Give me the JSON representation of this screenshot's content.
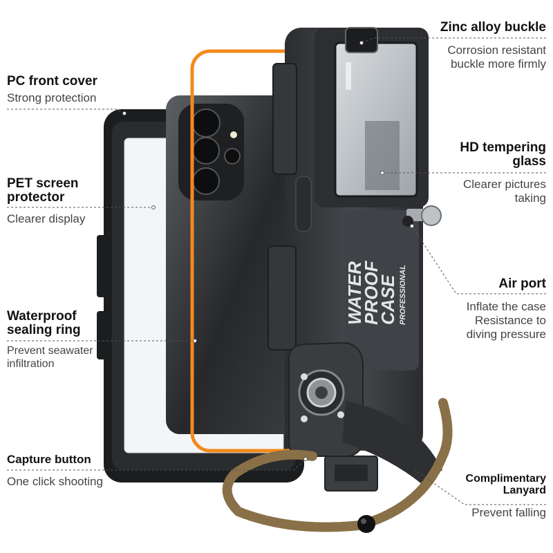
{
  "labels": {
    "pc_cover": {
      "title": "PC front cover",
      "sub": "Strong protection"
    },
    "pet": {
      "title1": "PET screen",
      "title2": "protector",
      "sub": "Clearer display"
    },
    "ring": {
      "title1": "Waterproof",
      "title2": "sealing ring",
      "sub1": "Prevent seawater",
      "sub2": "infiltration"
    },
    "capture": {
      "title": "Capture button",
      "sub": "One click shooting"
    },
    "zinc": {
      "title": "Zinc alloy buckle",
      "sub1": "Corrosion resistant",
      "sub2": "buckle more firmly"
    },
    "glass": {
      "title1": "HD tempering",
      "title2": "glass",
      "sub1": "Clearer pictures",
      "sub2": "taking"
    },
    "air": {
      "title": "Air port",
      "sub1": "Inflate the case",
      "sub2": "Resistance to",
      "sub3": "diving pressure"
    },
    "lanyard": {
      "title1": "Complimentary",
      "title2": "Lanyard",
      "sub": "Prevent falling"
    }
  },
  "case_print": {
    "line1": "WATER",
    "line2": "PROOF",
    "line3": "CASE",
    "line4": "PROFESSIONAL"
  },
  "colors": {
    "frame_orange": "#f28a1e",
    "case_dark": "#3a3d40",
    "rope": "#8a7048"
  },
  "icons": [
    "camera-lens-icon",
    "shutter-button-icon",
    "air-valve-knob-icon"
  ]
}
